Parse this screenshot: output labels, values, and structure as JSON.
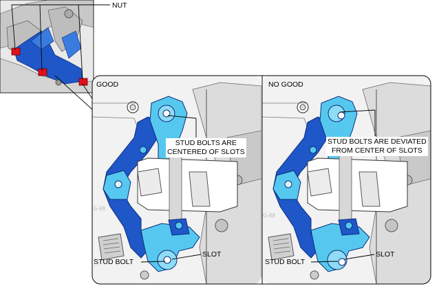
{
  "labels": {
    "nut": "NUT",
    "good": "GOOD",
    "no_good": "NO GOOD",
    "good_callout_line1": "STUD BOLTS ARE",
    "good_callout_line2": "CENTERED OF SLOTS",
    "ng_callout_line1": "STUD BOLTS ARE DEVIATED",
    "ng_callout_line2": "FROM CENTER OF SLOTS",
    "stud_bolt_good": "STUD BOLT",
    "slot_good": "SLOT",
    "stud_bolt_ng": "STUD BOLT",
    "slot_ng": "SLOT"
  },
  "colors": {
    "bracket_blue": "#1f57c8",
    "bracket_light": "#56c8ef",
    "nut_red": "#e0101a",
    "frame": "#000000",
    "engine_gray": "#cfcfcf"
  }
}
